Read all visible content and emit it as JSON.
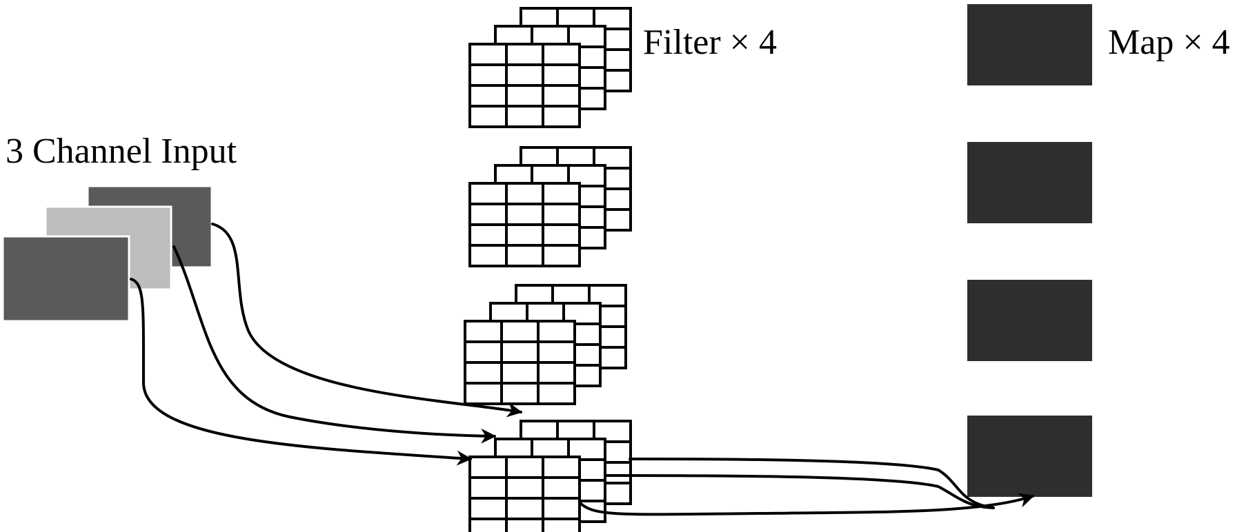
{
  "labels": {
    "input": "3 Channel Input",
    "filters": "Filter × 4",
    "maps": "Map × 4"
  },
  "counts": {
    "channels": 3,
    "filters": 4,
    "maps": 4,
    "filter_layers": 3,
    "filter_rows": 4,
    "filter_cols": 3
  },
  "colors": {
    "channel_dark": "#5a5a5a",
    "channel_light": "#bdbdbd",
    "map_fill": "#2e2e2e",
    "stroke": "#000000",
    "background": "#ffffff"
  }
}
